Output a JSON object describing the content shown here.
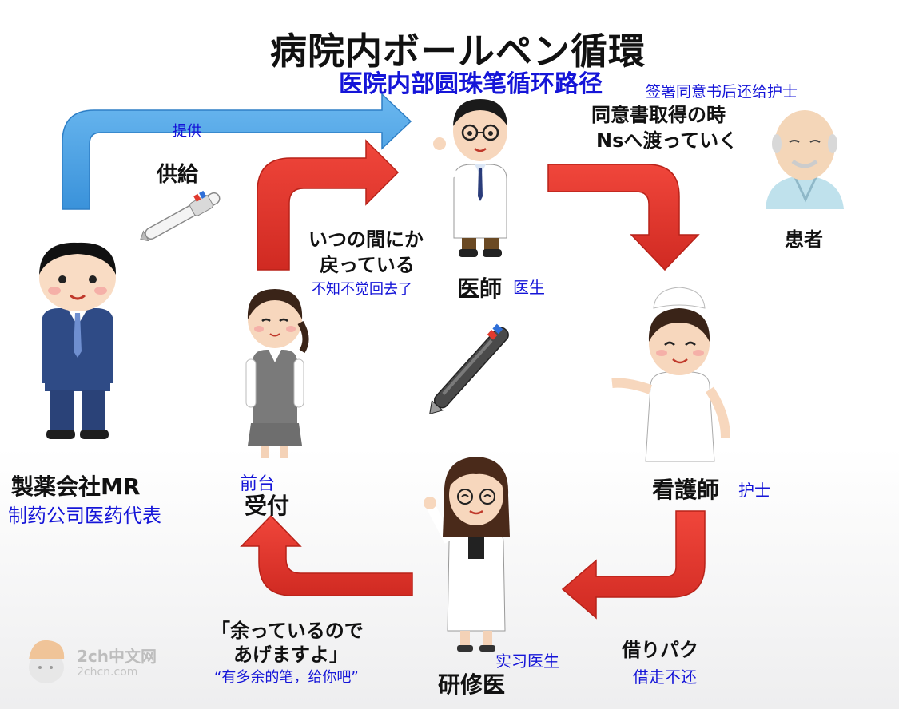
{
  "title": "病院内ボールペン循環",
  "subtitle_cn": "医院内部圆珠笔循环路径",
  "colors": {
    "arrow_red": "#e2352b",
    "arrow_blue": "#4aa3e6",
    "cn_text": "#1515d8",
    "jp_text": "#111111"
  },
  "nodes": {
    "mr": {
      "label": "製薬会社MR",
      "label_cn": "制药公司医药代表",
      "icon": "salesman-in-suit"
    },
    "reception": {
      "label": "受付",
      "label_cn": "前台",
      "icon": "receptionist"
    },
    "doctor": {
      "label": "医師",
      "label_cn": "医生",
      "icon": "doctor"
    },
    "nurse": {
      "label": "看護師",
      "label_cn": "护士",
      "icon": "nurse"
    },
    "resident": {
      "label": "研修医",
      "label_cn": "实习医生",
      "icon": "resident-doctor"
    },
    "patient": {
      "label": "患者",
      "icon": "elderly-patient"
    }
  },
  "edges": {
    "supply": {
      "label": "供給",
      "label_cn": "提供"
    },
    "return": {
      "line1": "いつの間にか",
      "line2": "戻っている",
      "label_cn": "不知不觉回去了"
    },
    "consent": {
      "line1": "同意書取得の時",
      "line2": "Nsへ渡っていく",
      "label_cn": "签署同意书后还给护士"
    },
    "borrow": {
      "label": "借りパク",
      "label_cn": "借走不还"
    },
    "give": {
      "line1": "「余っているので",
      "line2": "あげますよ」",
      "label_cn": "“有多余的笔，给你吧”"
    }
  },
  "watermark": {
    "text1": "2ch中文网",
    "text2": "2chcn.com"
  }
}
